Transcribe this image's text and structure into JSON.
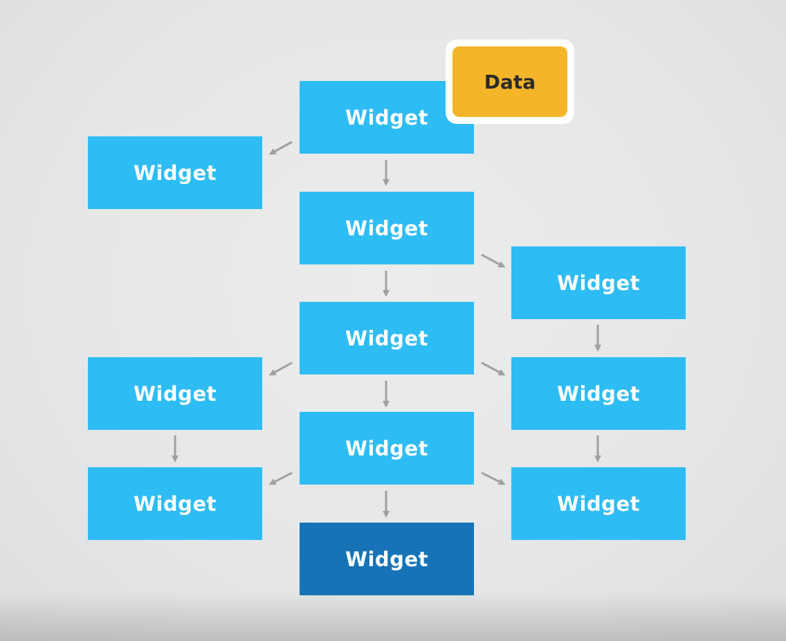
{
  "diagram": {
    "data_label": "Data",
    "nodes": [
      {
        "id": "root",
        "label": "Widget"
      },
      {
        "id": "left-1",
        "label": "Widget"
      },
      {
        "id": "center-2",
        "label": "Widget"
      },
      {
        "id": "right-1",
        "label": "Widget"
      },
      {
        "id": "center-3",
        "label": "Widget"
      },
      {
        "id": "left-2",
        "label": "Widget"
      },
      {
        "id": "right-2",
        "label": "Widget"
      },
      {
        "id": "center-4",
        "label": "Widget"
      },
      {
        "id": "left-3",
        "label": "Widget"
      },
      {
        "id": "right-3",
        "label": "Widget"
      },
      {
        "id": "center-5",
        "label": "Widget"
      }
    ],
    "edges": [
      {
        "from": "root",
        "to": "left-1"
      },
      {
        "from": "root",
        "to": "center-2"
      },
      {
        "from": "center-2",
        "to": "right-1"
      },
      {
        "from": "center-2",
        "to": "center-3"
      },
      {
        "from": "right-1",
        "to": "right-2"
      },
      {
        "from": "center-3",
        "to": "left-2"
      },
      {
        "from": "center-3",
        "to": "right-2"
      },
      {
        "from": "center-3",
        "to": "center-4"
      },
      {
        "from": "left-2",
        "to": "left-3"
      },
      {
        "from": "right-2",
        "to": "right-3"
      },
      {
        "from": "center-4",
        "to": "left-3"
      },
      {
        "from": "center-4",
        "to": "right-3"
      },
      {
        "from": "center-4",
        "to": "center-5"
      }
    ],
    "colors": {
      "widget": "#2ebcf4",
      "widget_highlight": "#1673b8",
      "data": "#f4b529",
      "arrow": "#a0a0a0"
    }
  }
}
